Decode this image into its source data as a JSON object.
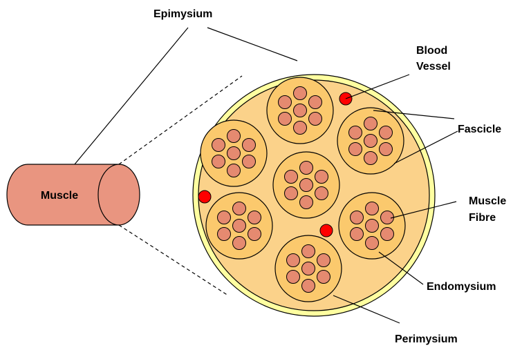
{
  "labels": {
    "epimysium": "Epimysium",
    "blood_vessel_line1": "Blood",
    "blood_vessel_line2": "Vessel",
    "fascicle": "Fascicle",
    "muscle_fibre_line1": "Muscle",
    "muscle_fibre_line2": "Fibre",
    "endomysium": "Endomysium",
    "perimysium": "Perimysium",
    "muscle": "Muscle"
  },
  "colors": {
    "epimysium_ring": "#ffffa0",
    "perimysium_fill": "#fbd28a",
    "fascicle_fill": "#fbc96d",
    "fibre_fill": "#e58a70",
    "blood_vessel": "#ff0000",
    "muscle_cylinder": "#e99580",
    "outline": "#000000"
  }
}
